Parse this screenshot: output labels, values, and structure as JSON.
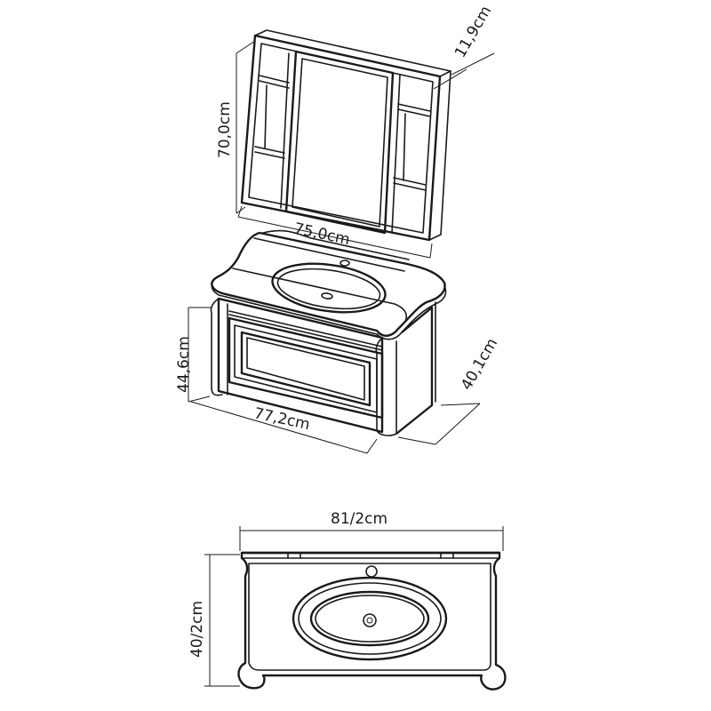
{
  "dimensions": {
    "mirror_depth": "11,9cm",
    "mirror_height": "70,0cm",
    "mirror_width": "75,0cm",
    "cabinet_height": "44,6cm",
    "cabinet_depth": "40,1cm",
    "cabinet_width": "77,2cm",
    "top_width": "81/2cm",
    "top_depth": "40/2cm"
  }
}
